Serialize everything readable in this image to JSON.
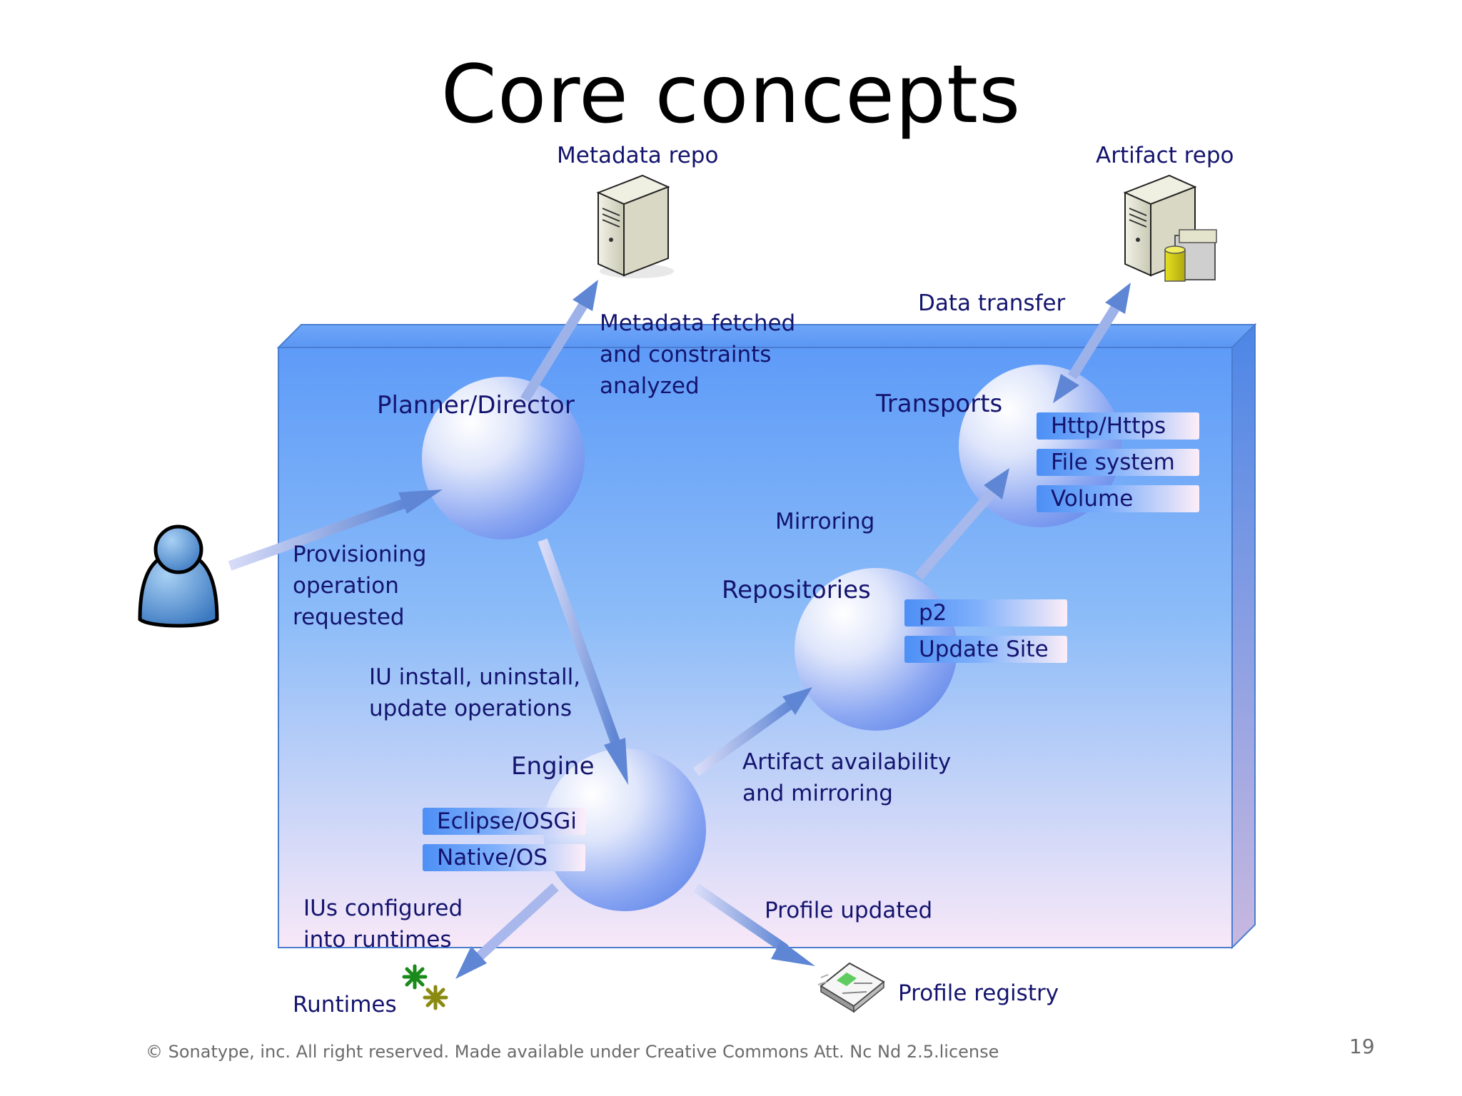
{
  "title": "Core concepts",
  "repos": {
    "metadata": "Metadata repo",
    "artifact": "Artifact repo"
  },
  "nodes": {
    "planner": "Planner/Director",
    "transports": "Transports",
    "repositories": "Repositories",
    "engine": "Engine"
  },
  "transports_tags": [
    "Http/Https",
    "File system",
    "Volume"
  ],
  "repositories_tags": [
    "p2",
    "Update Site"
  ],
  "engine_tags": [
    "Eclipse/OSGi",
    "Native/OS"
  ],
  "flows": {
    "metadata_fetched": "Metadata fetched\nand constraints\nanalyzed",
    "data_transfer": "Data transfer",
    "mirroring": "Mirroring",
    "provisioning": "Provisioning\noperation\nrequested",
    "iu_ops": "IU install, uninstall,\nupdate operations",
    "artifact_availability": "Artifact availability\nand mirroring",
    "ius_configured": "IUs configured\ninto runtimes",
    "profile_updated": "Profile updated"
  },
  "outputs": {
    "runtimes": "Runtimes",
    "profile_registry": "Profile registry"
  },
  "footer": "© Sonatype, inc. All right reserved. Made available under Creative Commons Att. Nc Nd 2.5.license",
  "page_number": "19",
  "colors": {
    "box_top": "#5e9bf8",
    "box_bottom": "#f8e8f8",
    "text": "#14146e",
    "arrow": "#6f8fd8"
  },
  "icons": [
    "server-icon",
    "server-database-icon",
    "user-icon",
    "gear-asterisk-icon",
    "document-registry-icon"
  ]
}
